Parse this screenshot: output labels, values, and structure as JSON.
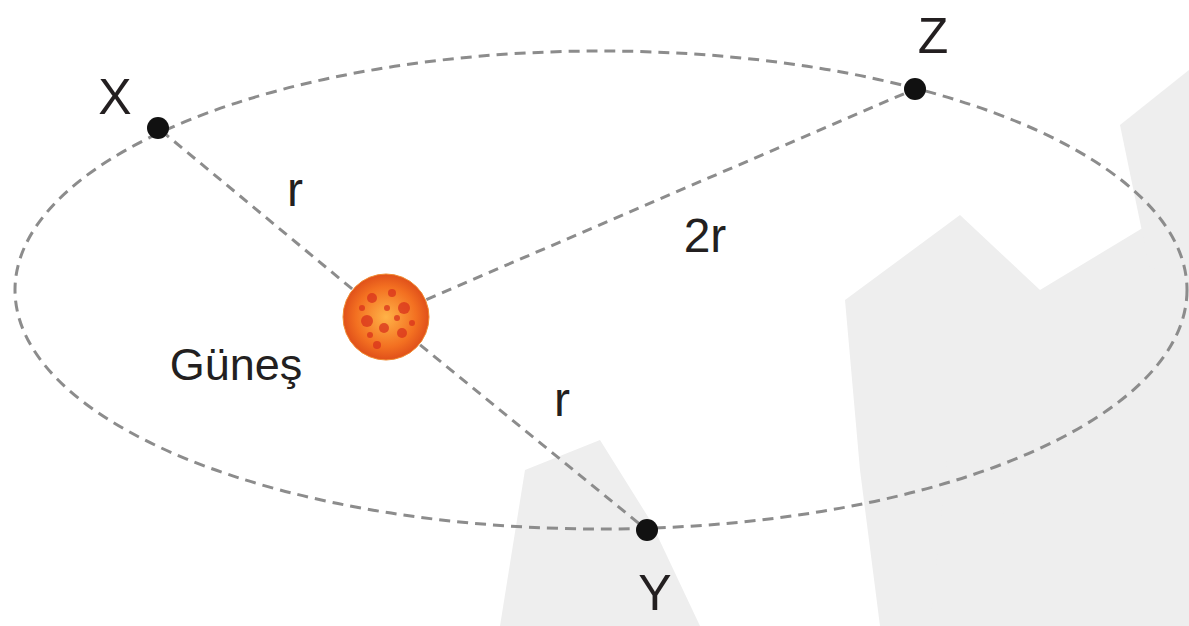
{
  "diagram": {
    "nodes": [
      {
        "text": [
          "X"
        ]
      },
      {
        "text": [
          "Z"
        ]
      },
      {
        "text": [
          "Güneş"
        ]
      },
      {
        "text": [
          "Y"
        ]
      }
    ],
    "edges": [
      {
        "from": 2,
        "to": 0,
        "arrow": "none",
        "label": "r"
      },
      {
        "from": 2,
        "to": 1,
        "arrow": "none",
        "label": "2r"
      },
      {
        "from": 2,
        "to": 3,
        "arrow": "none",
        "label": "r"
      }
    ]
  }
}
